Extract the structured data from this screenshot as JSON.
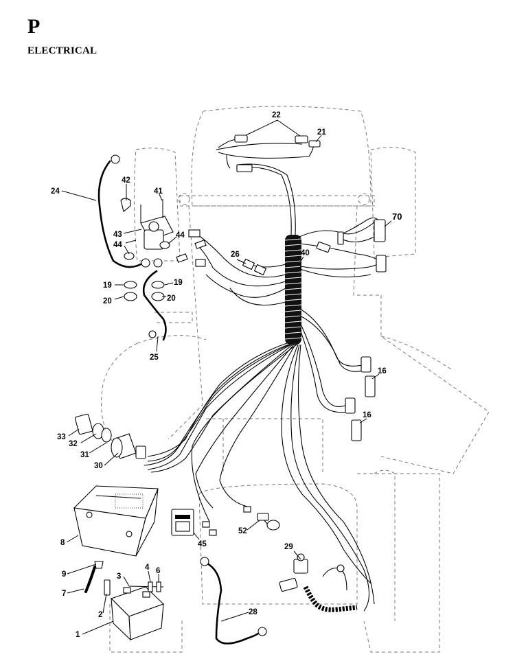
{
  "header": {
    "section_letter": "P",
    "section_title": "ELECTRICAL"
  },
  "callouts": {
    "c1": "1",
    "c2": "2",
    "c3": "3",
    "c4": "4",
    "c6": "6",
    "c7": "7",
    "c8": "8",
    "c9": "9",
    "c16a": "16",
    "c16b": "16",
    "c19a": "19",
    "c19b": "19",
    "c20a": "20",
    "c20b": "20",
    "c21": "21",
    "c22": "22",
    "c24": "24",
    "c25": "25",
    "c26": "26",
    "c28": "28",
    "c29": "29",
    "c30": "30",
    "c31": "31",
    "c32": "32",
    "c33": "33",
    "c40": "40",
    "c41": "41",
    "c42": "42",
    "c43": "43",
    "c44a": "44",
    "c44b": "44",
    "c45": "45",
    "c52": "52",
    "c70": "70"
  }
}
